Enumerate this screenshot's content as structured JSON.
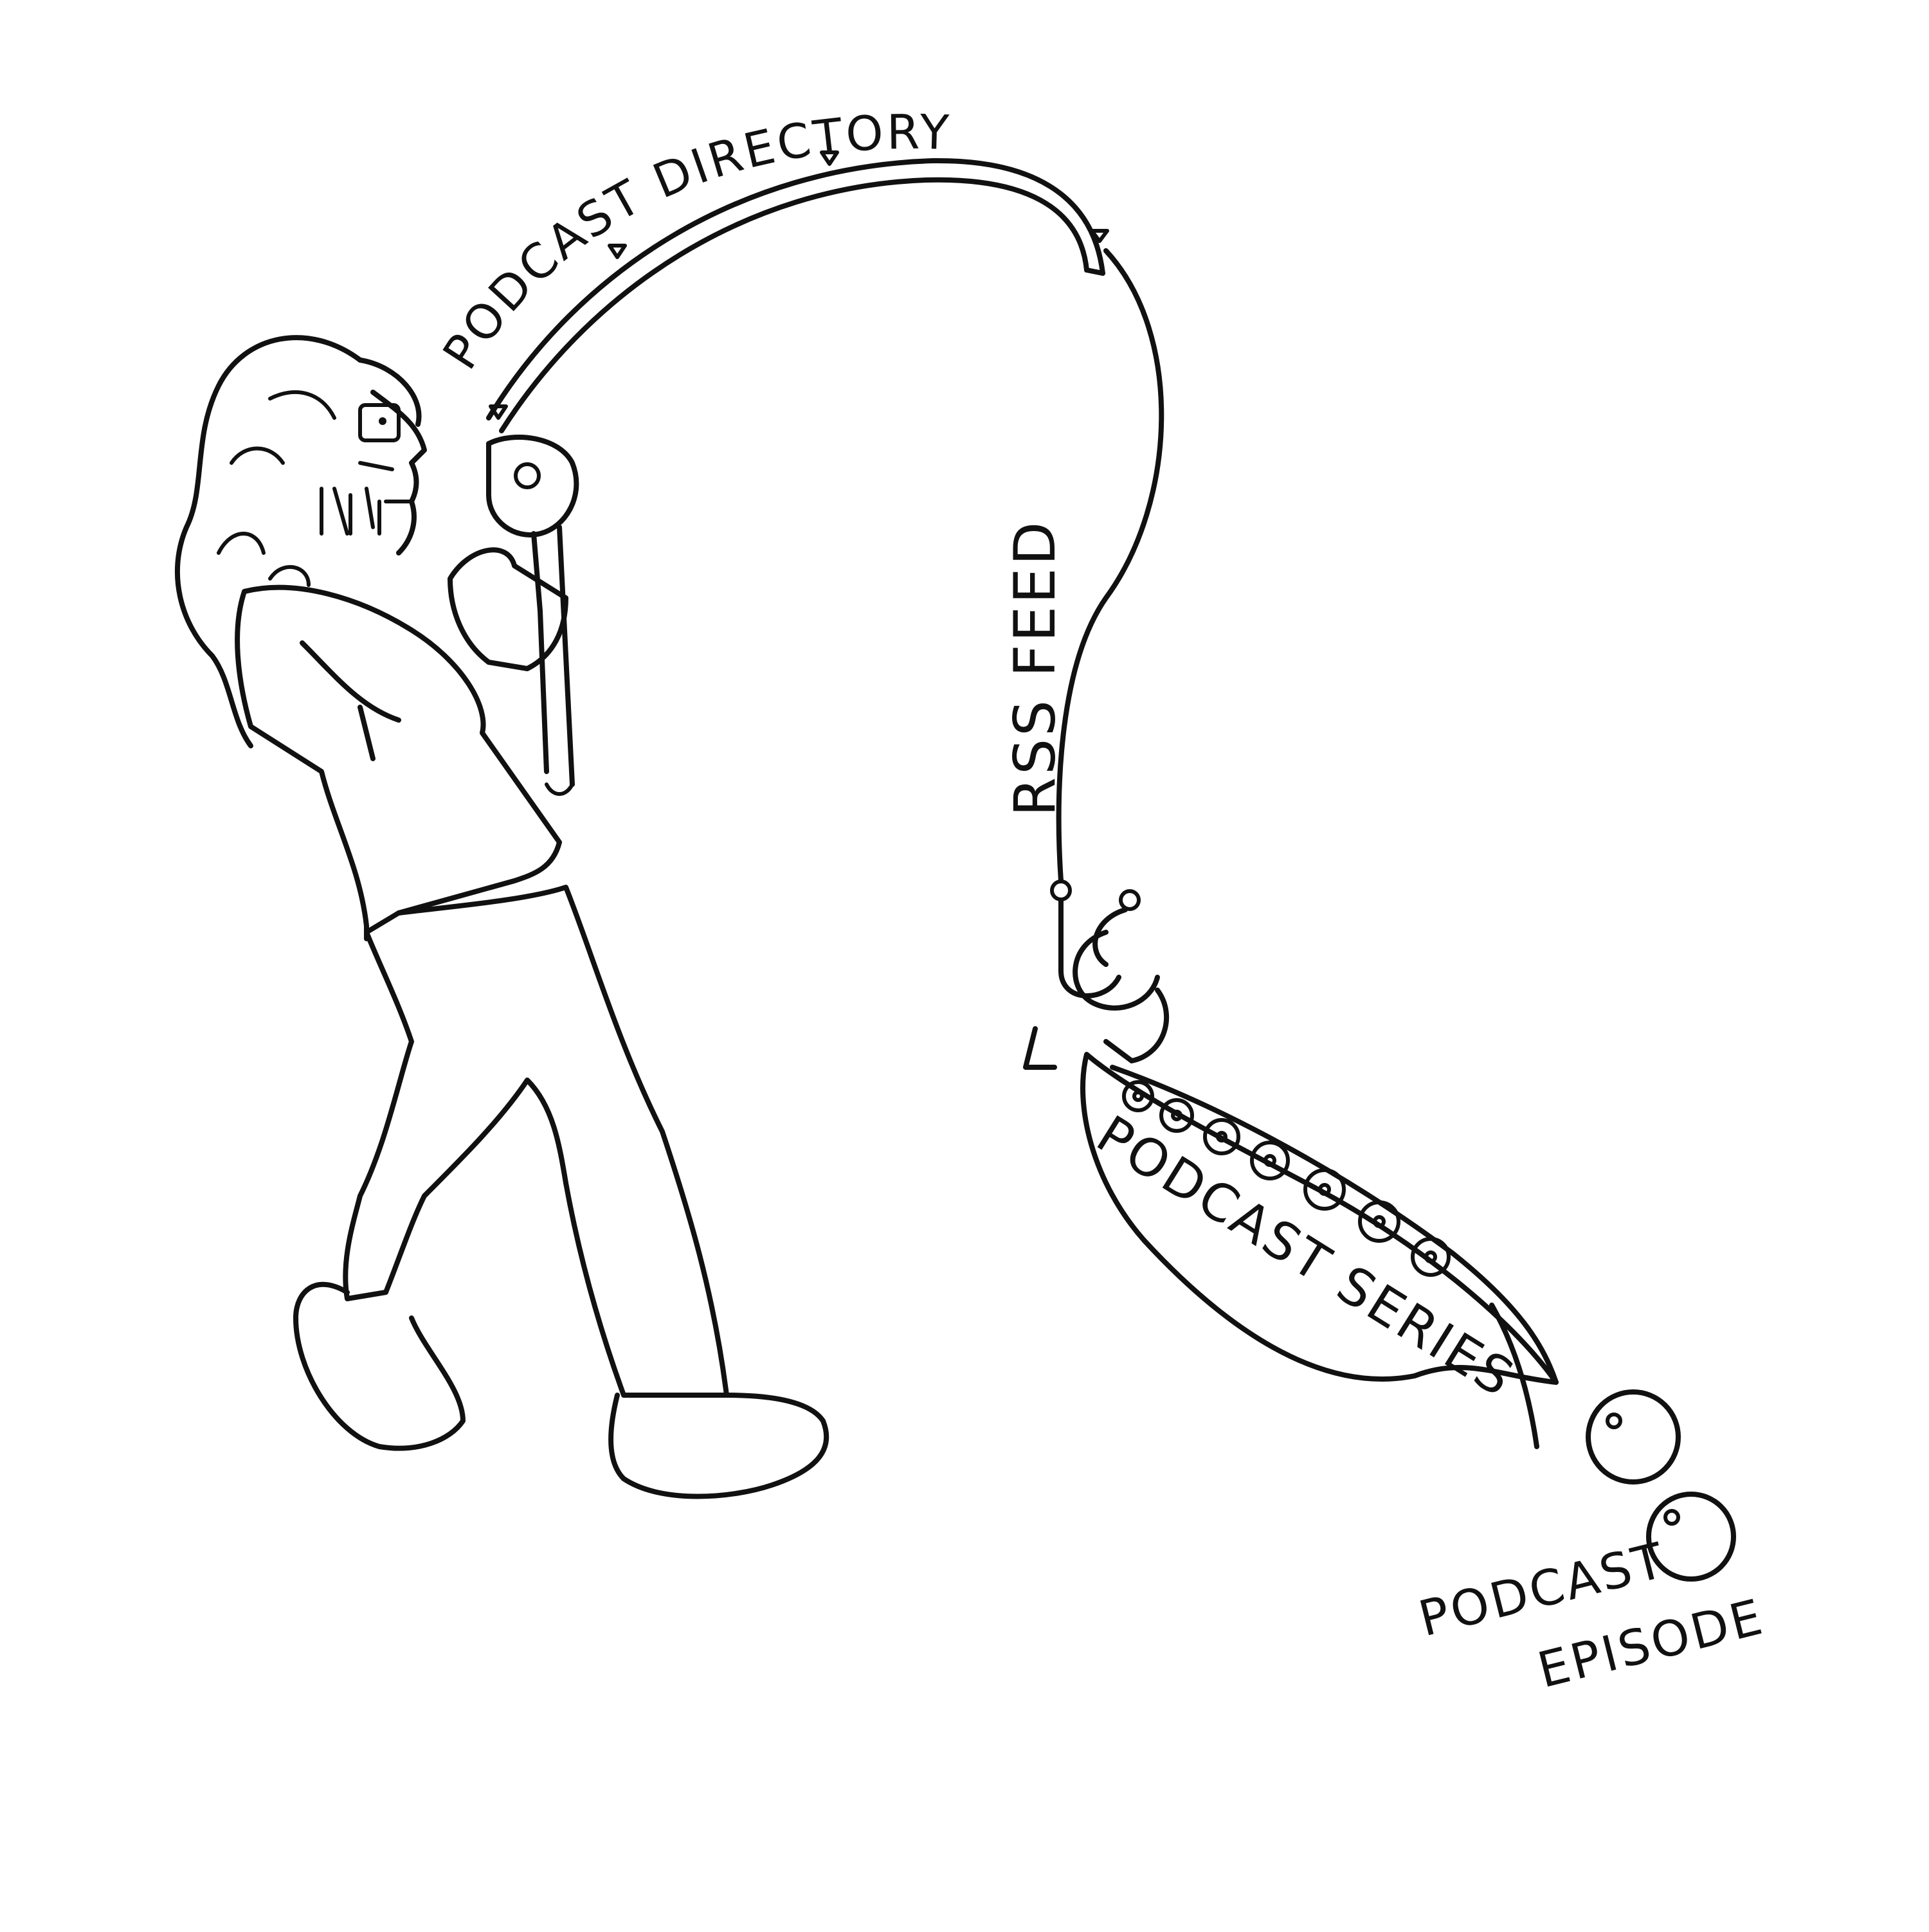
{
  "labels": {
    "rod": "PODCAST DIRECTORY",
    "line": "RSS FEED",
    "pod": "PODCAST SERIES",
    "pea_line1": "PODCAST",
    "pea_line2": "EPISODE"
  },
  "style": {
    "ink": "#111111",
    "background": "#ffffff"
  }
}
